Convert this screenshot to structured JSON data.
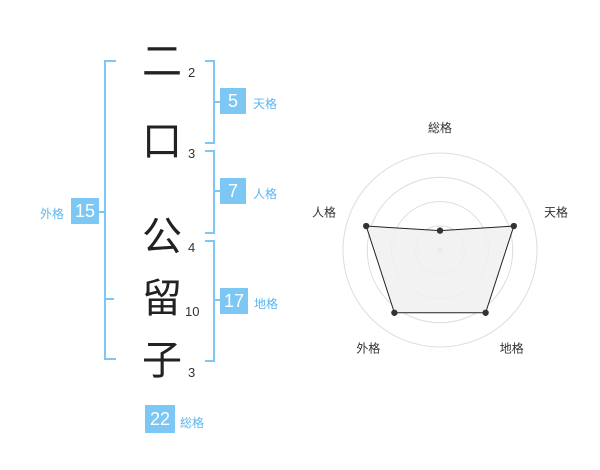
{
  "name": {
    "chars": [
      {
        "char": "二",
        "strokes": "2"
      },
      {
        "char": "口",
        "strokes": "3"
      },
      {
        "char": "公",
        "strokes": "4"
      },
      {
        "char": "留",
        "strokes": "10"
      },
      {
        "char": "子",
        "strokes": "3"
      }
    ]
  },
  "kaku": {
    "tenkaku": {
      "value": "5",
      "label": "天格"
    },
    "jinkaku": {
      "value": "7",
      "label": "人格"
    },
    "chikaku": {
      "value": "17",
      "label": "地格"
    },
    "gaikaku": {
      "value": "15",
      "label": "外格"
    },
    "soukaku": {
      "value": "22",
      "label": "総格"
    }
  },
  "radar": {
    "axes": [
      "総格",
      "天格",
      "地格",
      "外格",
      "人格"
    ],
    "levels": 4,
    "values": [
      0.2,
      0.8,
      0.8,
      0.8,
      0.8
    ],
    "colors": {
      "fill": "#f0f0f0",
      "stroke": "#222222",
      "grid": "#dddddd",
      "center": "#cccccc"
    }
  },
  "colors": {
    "accent": "#7cc7f4",
    "accent_text": "#5bb6ef"
  }
}
